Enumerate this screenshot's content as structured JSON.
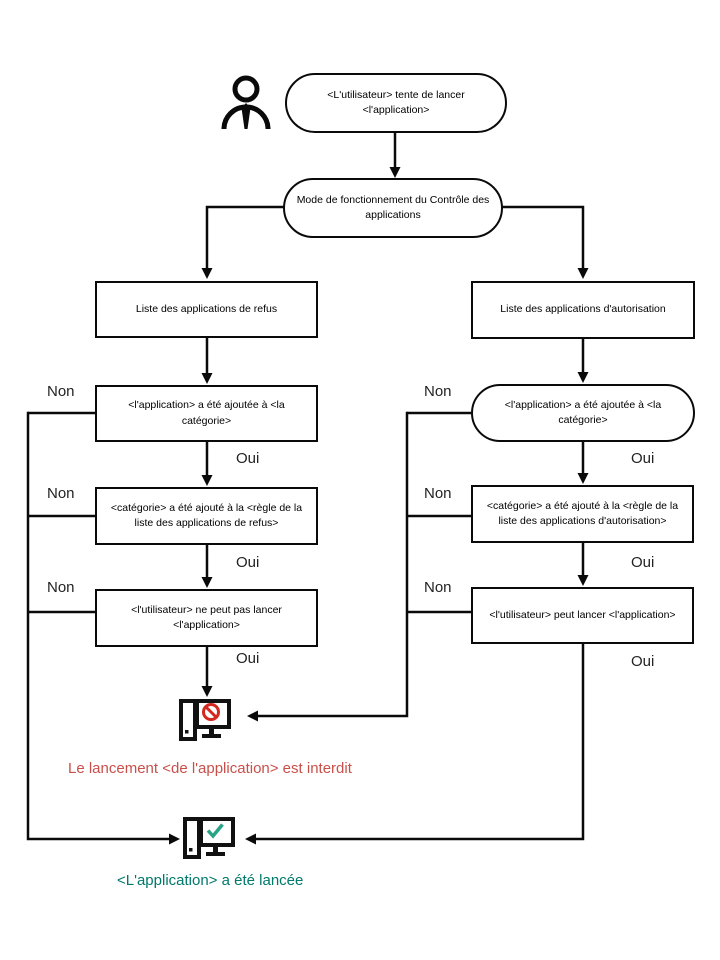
{
  "nodes": {
    "start": "<L'utilisateur> tente de lancer <l'application>",
    "mode": "Mode de fonctionnement du Contrôle des applications",
    "deny": {
      "list": "Liste des applications de refus",
      "added": "<l'application> a été ajoutée à <la catégorie>",
      "rule": "<catégorie> a été ajouté à la <règle de la liste des applications de refus>",
      "result": "<l'utilisateur> ne peut pas lancer <l'application>"
    },
    "allow": {
      "list": "Liste des applications d'autorisation",
      "added": "<l'application> a été ajoutée à <la catégorie>",
      "rule": "<catégorie> a été ajouté à la <règle de la liste des applications d'autorisation>",
      "result": "<l'utilisateur> peut lancer <l'application>"
    }
  },
  "labels": {
    "yes": "Oui",
    "no": "Non"
  },
  "outcomes": {
    "blocked": "Le lancement <de l'application> est interdit",
    "launched": "<L'application> a été lancée"
  },
  "colors": {
    "line": "#0a0a0a",
    "blocked_text": "#c9504a",
    "launched_text": "#00796b",
    "prohibit_sign": "#d2281e",
    "check_mark": "#29a385"
  },
  "icons": {
    "user": "user-icon",
    "blocked_computer": "computer-blocked-icon",
    "launched_computer": "computer-launched-icon"
  }
}
